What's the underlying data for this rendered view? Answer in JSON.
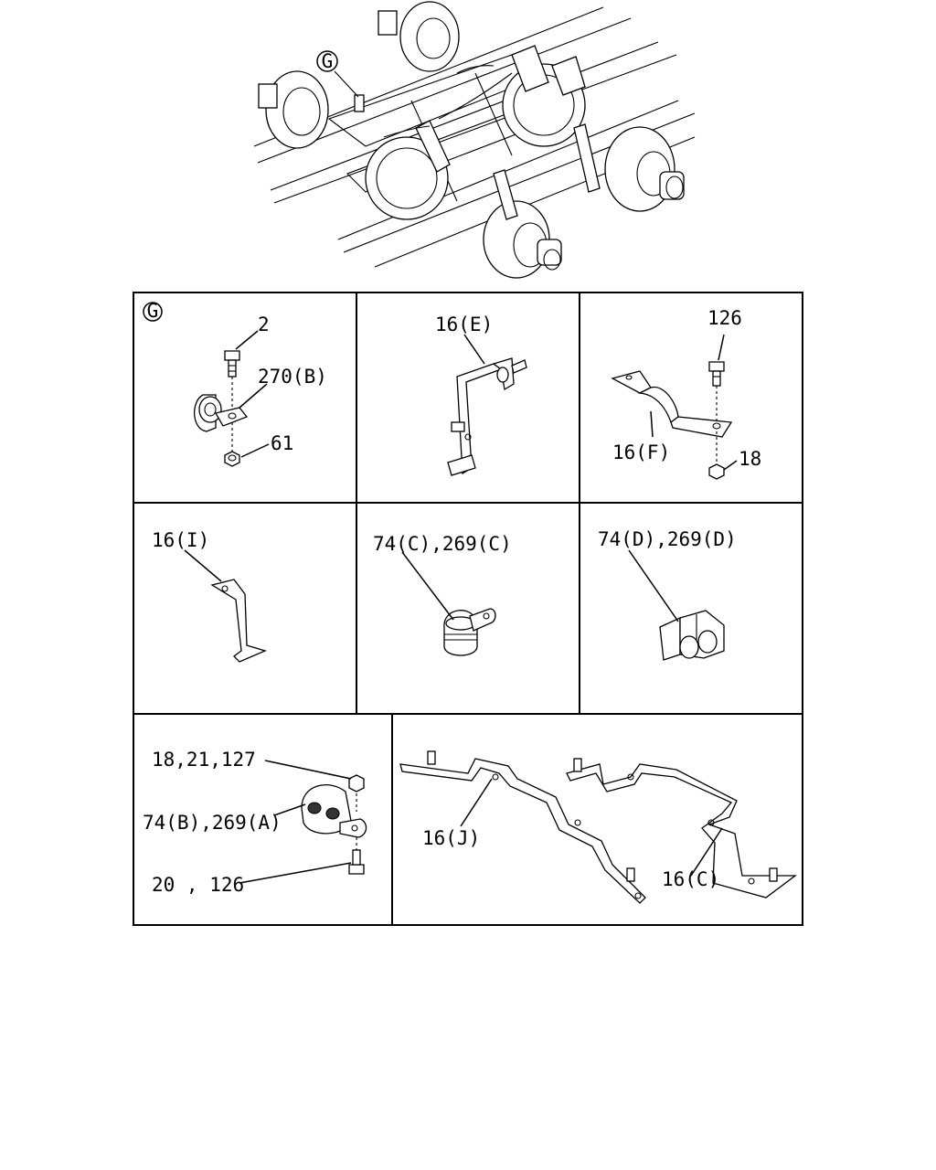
{
  "overview": {
    "callout": "G"
  },
  "panels": {
    "g": {
      "letter": "G",
      "labels": [
        "2",
        "270(B)",
        "61"
      ]
    },
    "e": {
      "labels": [
        "16(E)"
      ]
    },
    "f": {
      "labels": [
        "126",
        "16(F)",
        "18"
      ]
    },
    "i": {
      "labels": [
        "16(I)"
      ]
    },
    "c": {
      "labels": [
        "74(C),269(C)"
      ]
    },
    "d": {
      "labels": [
        "74(D),269(D)"
      ]
    },
    "a": {
      "labels": [
        "18,21,127",
        "74(B),269(A)",
        "20 , 126"
      ]
    },
    "jc": {
      "labels": [
        "16(J)",
        "16(C)"
      ]
    }
  }
}
